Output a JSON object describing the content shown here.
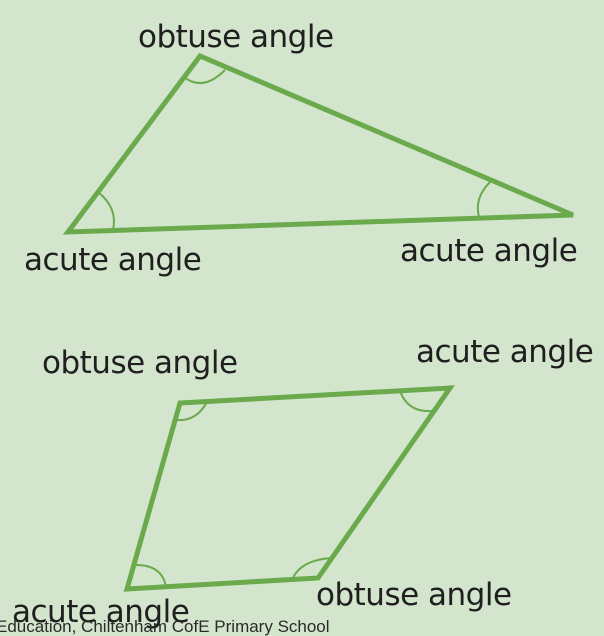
{
  "diagram": {
    "triangle": {
      "angles": [
        {
          "label": "obtuse angle"
        },
        {
          "label": "acute angle"
        },
        {
          "label": "acute angle"
        }
      ]
    },
    "quadrilateral": {
      "angles": [
        {
          "label": "obtuse angle"
        },
        {
          "label": "acute angle"
        },
        {
          "label": "obtuse angle"
        },
        {
          "label": "acute angle"
        }
      ]
    },
    "footer_text": "Education, Chiltenham CofE Primary School"
  },
  "colors": {
    "background": "#d4e5cd",
    "shape_stroke": "#6aaa4d",
    "text": "#1f1f1f"
  }
}
